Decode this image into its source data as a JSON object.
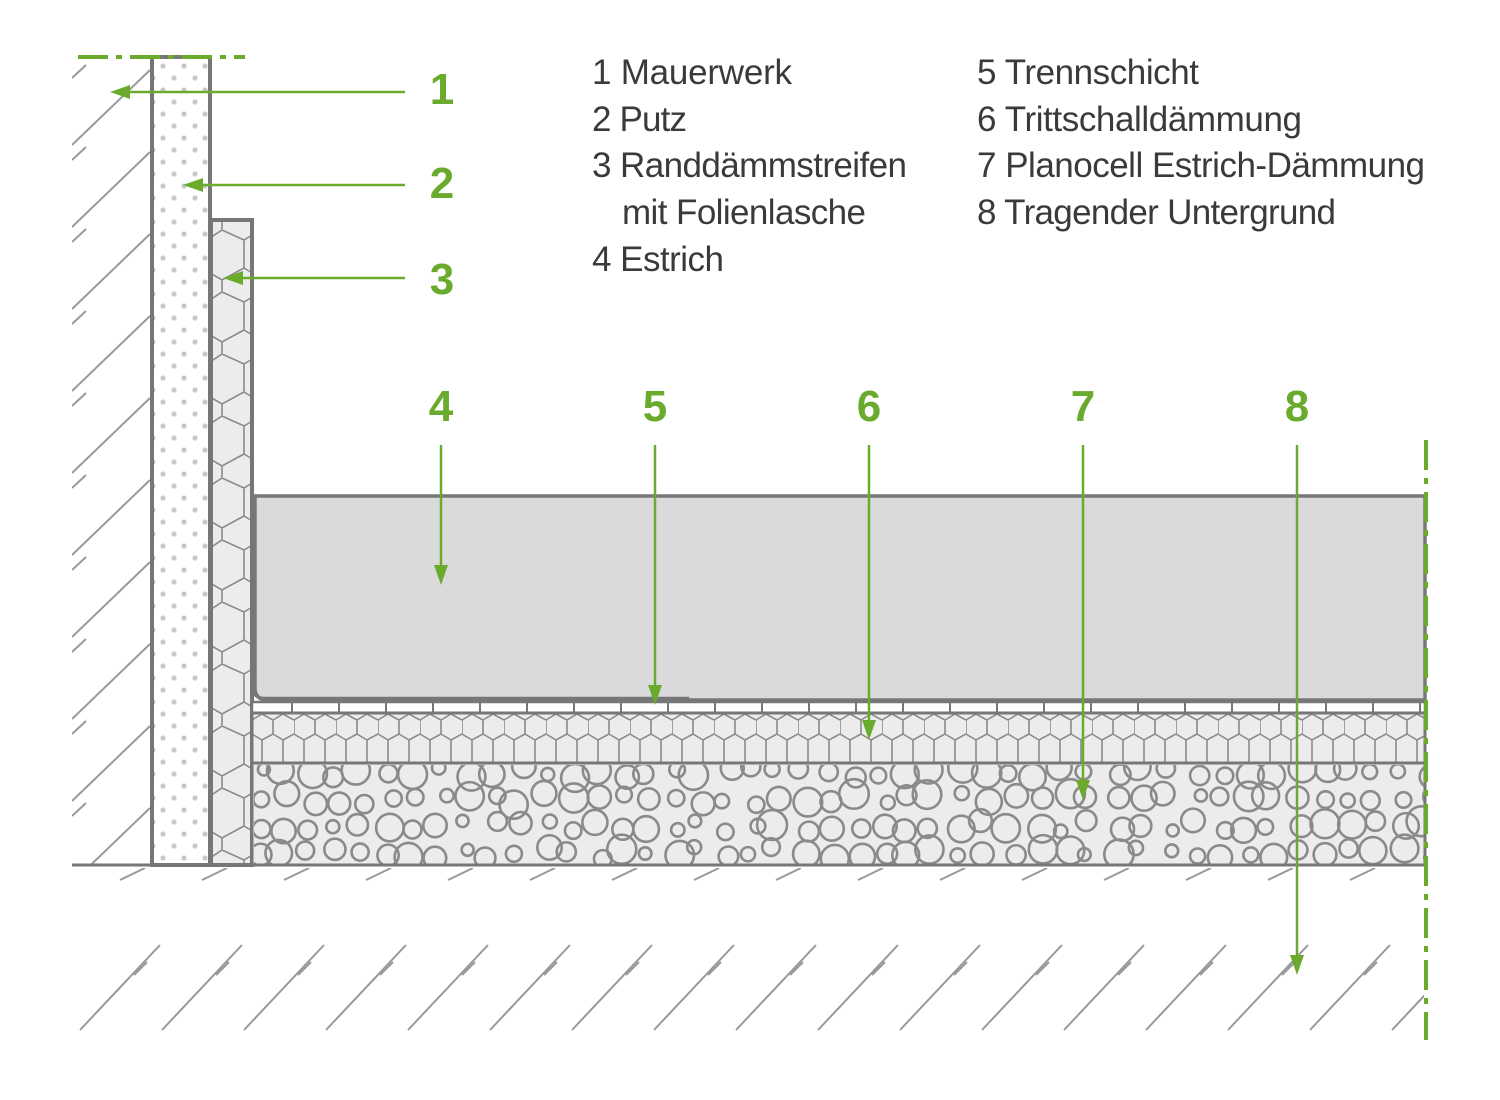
{
  "legend": {
    "left": [
      "1 Mauerwerk",
      "2 Putz",
      "3 Randdämmstreifen",
      "mit Folienlasche",
      "4 Estrich"
    ],
    "right": [
      "5 Trennschicht",
      "6 Trittschalldämmung",
      "7 Planocell Estrich-Dämmung",
      "8 Tragender Untergrund"
    ]
  },
  "callouts": [
    "1",
    "2",
    "3",
    "4",
    "5",
    "6",
    "7",
    "8"
  ],
  "colors": {
    "accent": "#6aab2e",
    "line": "#777777",
    "screed": "#dadada",
    "insulation": "#ececec"
  }
}
